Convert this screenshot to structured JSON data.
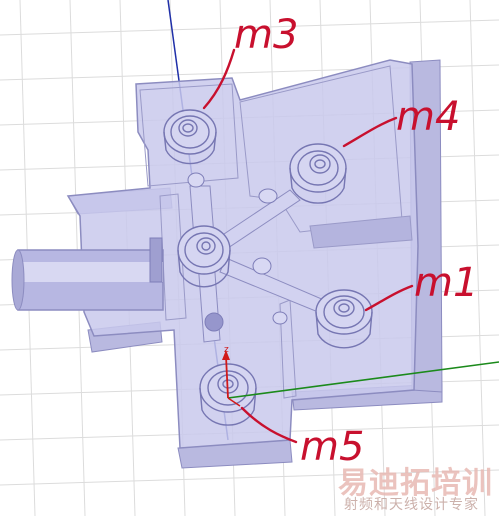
{
  "annotations": {
    "m1": "m1",
    "m3": "m3",
    "m4": "m4",
    "m5": "m5"
  },
  "axis": {
    "z_label": "z"
  },
  "watermark": {
    "main": "易迪拓培训",
    "sub": "射频和天线设计专家"
  },
  "colors": {
    "body_fill": "#c9c9ec",
    "body_stroke": "#8c8cc0",
    "annotation": "#c8102e",
    "axis_z": "#1f2fa8",
    "axis_y": "#1b8a1b",
    "axis_x": "#d11919",
    "grid": "#d9d9d9"
  },
  "icons": {
    "triad": "xyz-axis-triad-icon"
  }
}
